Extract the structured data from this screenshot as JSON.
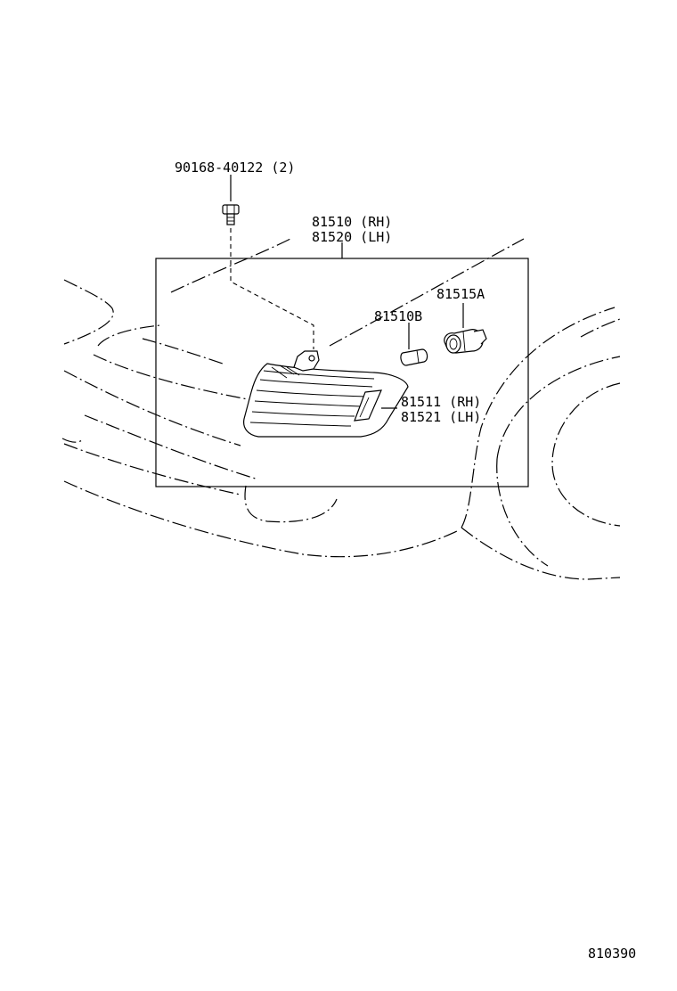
{
  "labels": {
    "bolt": "90168-40122 (2)",
    "lamp_assy_rh": "81510 (RH)",
    "lamp_assy_lh": "81520 (LH)",
    "socket": "81515A",
    "bulb": "81510B",
    "lens_rh": "81511 (RH)",
    "lens_lh": "81521 (LH)"
  },
  "figure_number": "810390"
}
